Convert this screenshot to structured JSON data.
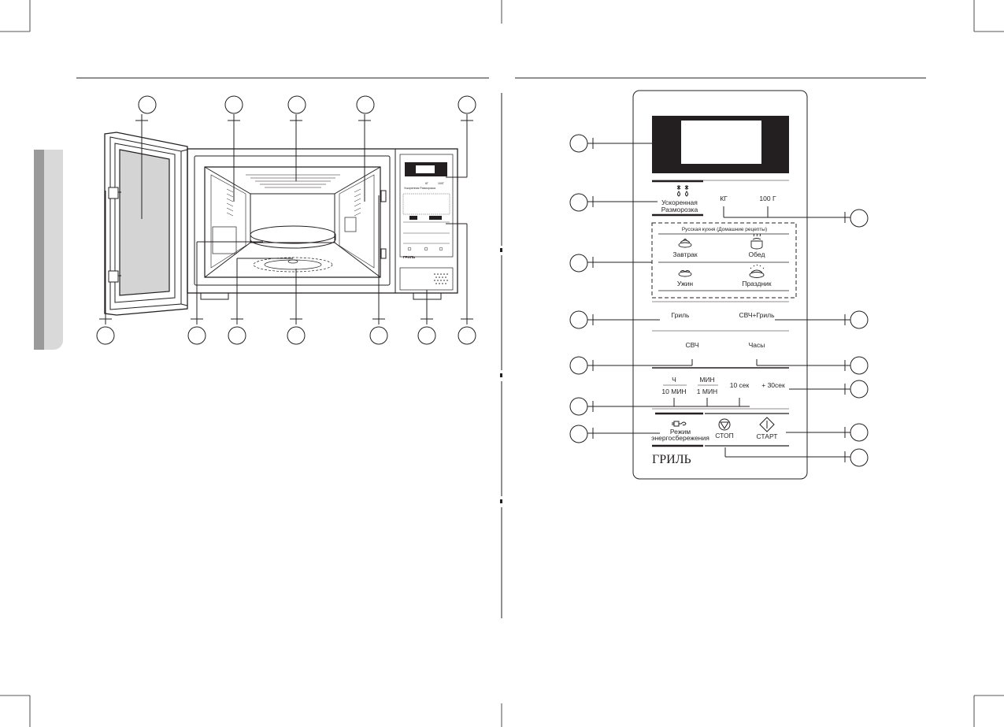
{
  "panel": {
    "defrost_line1": "Ускоренная",
    "defrost_line2": "Разморозка",
    "kg": "КГ",
    "g100": "100 Г",
    "cuisine_title": "Русская кухня (Домашние рецепты)",
    "breakfast": "Завтрак",
    "lunch": "Обед",
    "dinner": "Ужин",
    "holiday": "Праздник",
    "grill": "Гриль",
    "mw_grill": "СВЧ+Гриль",
    "mw": "СВЧ",
    "clock": "Часы",
    "hour": "Ч",
    "ten_min": "10 МИН",
    "minute": "МИН",
    "one_min": "1 МИН",
    "ten_sec": "10 сек",
    "plus30": "+ 30сек",
    "eco_line1": "Режим",
    "eco_line2": "энергосбережения",
    "stop": "СТОП",
    "start": "СТАРТ",
    "brand": "ГРИЛЬ"
  },
  "mini_panel": {
    "line1": "Ускоренная Разморозка",
    "kg": "КГ",
    "g100": "100Г",
    "brand": "ГРИЛЬ"
  },
  "colors": {
    "ink": "#231f20",
    "tab_gray": "#9a9a9a",
    "tab_light": "#d9d9d9",
    "door_glass": "#d4d4d4"
  }
}
